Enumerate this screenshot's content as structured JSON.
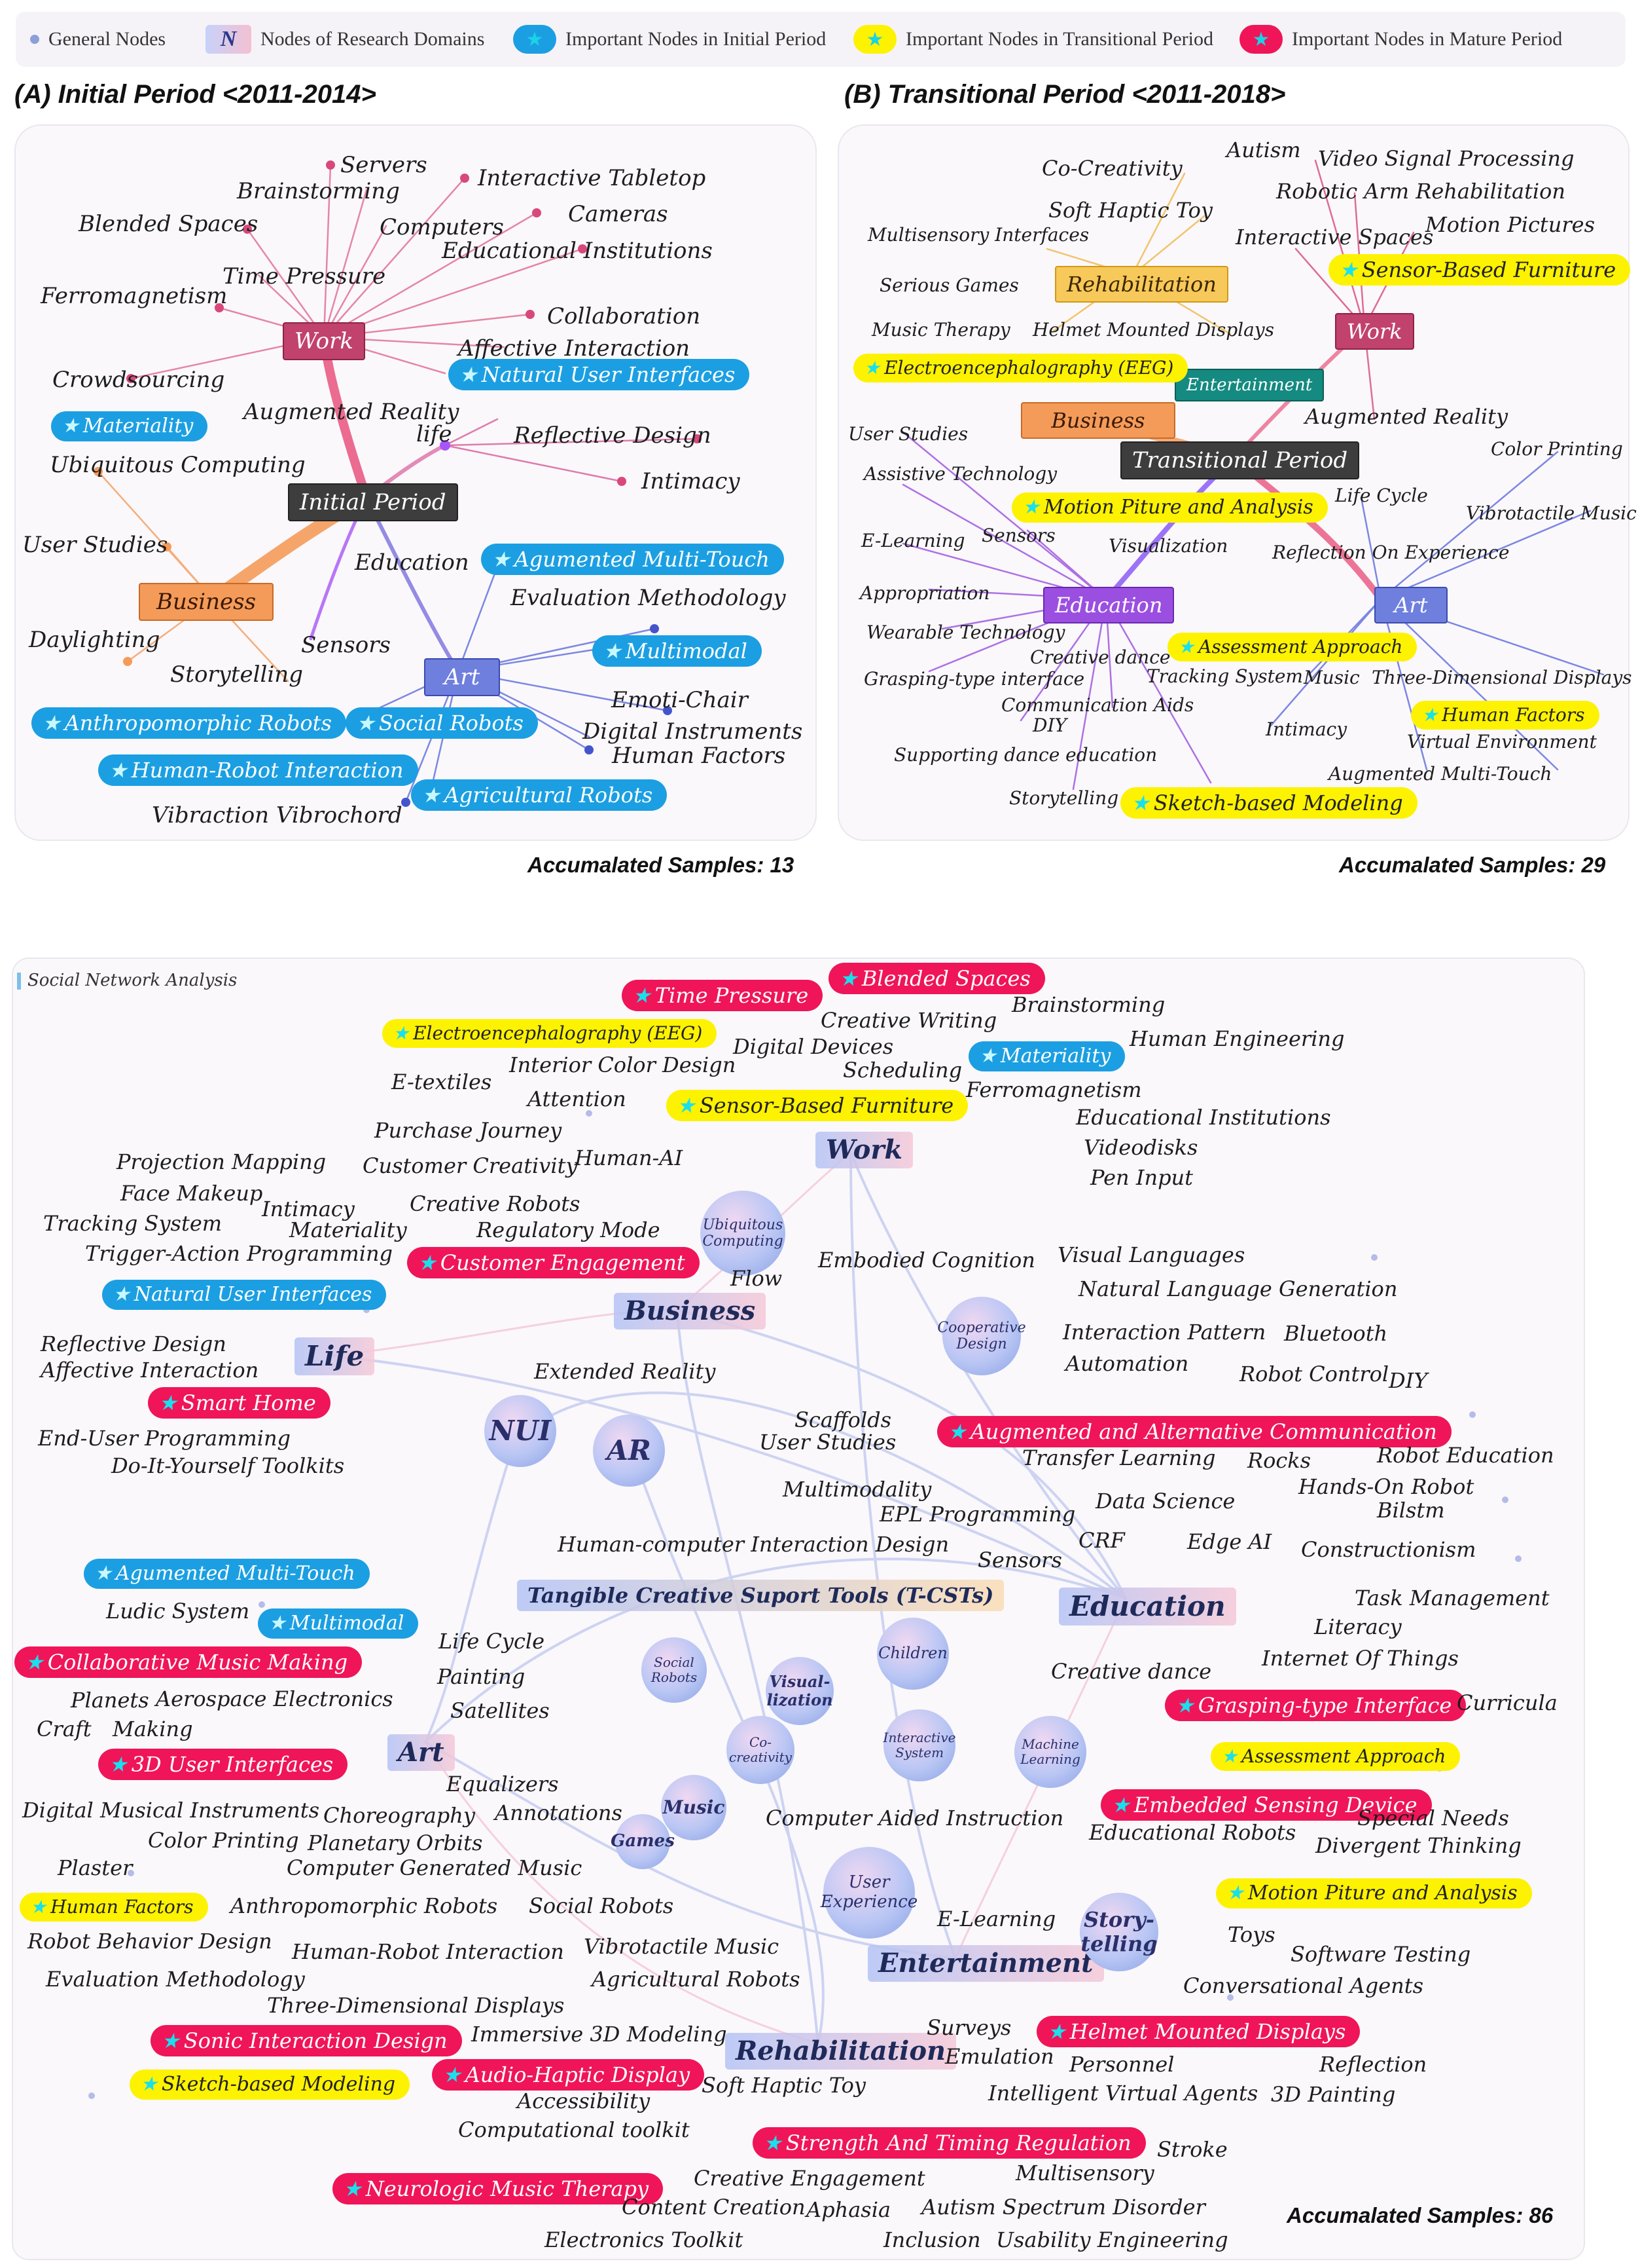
{
  "legend": {
    "general_nodes": "General Nodes",
    "research_domains_symbol": "N",
    "research_domains": "Nodes of Research Domains",
    "initial": "Important Nodes in Initial Period",
    "transitional": "Important Nodes in Transitional Period",
    "mature": "Important Nodes in Mature Period"
  },
  "colors": {
    "initial": "#1b9fe2",
    "transitional": "#fdf200",
    "mature": "#ef1558",
    "work": "#c1426c",
    "business": "#f59b5a",
    "art": "#6e7fde",
    "education": "#9b4fe0",
    "rehabilitation": "#f7c85a",
    "entertainment": "#148a80"
  },
  "panelA": {
    "title": "(A) Initial Period <2011-2014>",
    "samples": "Accumalated Samples: 13",
    "center": "Initial Period",
    "domains": {
      "work": "Work",
      "business": "Business",
      "art": "Art"
    },
    "labels": {
      "servers": "Servers",
      "brainstorming": "Brainstorming",
      "tabletop": "Interactive Tabletop",
      "blended": "Blended Spaces",
      "computers": "Computers",
      "cameras": "Cameras",
      "edu_inst": "Educational Institutions",
      "time_pressure": "Time Pressure",
      "ferro": "Ferromagnetism",
      "collab": "Collaboration",
      "affective": "Affective Interaction",
      "crowd": "Crowdsourcing",
      "ar": "Augmented Reality",
      "life": "life",
      "reflective": "Reflective Design",
      "ubicomp": "Ubiquitous Computing",
      "intimacy": "Intimacy",
      "user_studies": "User Studies",
      "education": "Education",
      "eval": "Evaluation Methodology",
      "daylighting": "Daylighting",
      "sensors": "Sensors",
      "storytelling": "Storytelling",
      "emoti": "Emoti-Chair",
      "dig_instr": "Digital Instruments",
      "human_factors": "Human Factors",
      "vibraction": "Vibraction Vibrochord"
    },
    "important": {
      "nui": "Natural User Interfaces",
      "materiality": "Materiality",
      "amt": "Agumented Multi-Touch",
      "multimodal": "Multimodal",
      "anthro": "Anthropomorphic Robots",
      "social": "Social Robots",
      "hri": "Human-Robot Interaction",
      "agri": "Agricultural Robots"
    }
  },
  "panelB": {
    "title": "(B) Transitional  Period <2011-2018>",
    "samples": "Accumalated Samples: 29",
    "center": "Transitional Period",
    "domains": {
      "rehab": "Rehabilitation",
      "work": "Work",
      "entertainment": "Entertainment",
      "business": "Business",
      "education": "Education",
      "art": "Art"
    },
    "labels": {
      "autism": "Autism",
      "cocreativity": "Co-Creativity",
      "vsp": "Video Signal Processing",
      "soft_haptic": "Soft Haptic Toy",
      "robotic_arm": "Robotic Arm Rehabilitation",
      "multisensory": "Multisensory Interfaces",
      "interactive_spaces": "Interactive Spaces",
      "motion_pictures": "Motion Pictures",
      "serious_games": "Serious Games",
      "music_therapy": "Music Therapy",
      "hmd": "Helmet Mounted Displays",
      "user_studies": "User Studies",
      "ar": "Augmented Reality",
      "assistive": "Assistive Technology",
      "color_printing": "Color Printing",
      "life_cycle": "Life Cycle",
      "vibrotactile": "Vibrotactile Music",
      "elearning": "E-Learning",
      "sensors": "Sensors",
      "visualization": "Visualization",
      "reflection": "Reflection On Experience",
      "appropriation": "Appropriation",
      "wearable": "Wearable Technology",
      "creative_dance": "Creative dance",
      "grasping": "Grasping-type interface",
      "tracking": "Tracking System",
      "music": "Music",
      "three_d": "Three-Dimensional Displays",
      "comm_aids": "Communication Aids",
      "diy": "DIY",
      "intimacy": "Intimacy",
      "virtual_env": "Virtual Environment",
      "supporting_dance": "Supporting dance education",
      "amt": "Augmented Multi-Touch",
      "storytelling": "Storytelling"
    },
    "important": {
      "sbf": "Sensor-Based Furniture",
      "eeg": "Electroencephalography (EEG)",
      "motion": "Motion Piture and Analysis",
      "assessment": "Assessment Approach",
      "human_factors": "Human Factors",
      "sketch": "Sketch-based Modeling"
    }
  },
  "panelC": {
    "title": "Social Network Analysis",
    "samples": "Accumalated Samples: 86",
    "domains": {
      "work": "Work",
      "business": "Business",
      "life": "Life",
      "education": "Education",
      "tcst": "Tangible Creative Suport Tools (T-CSTs)",
      "art": "Art",
      "entertainment": "Entertainment",
      "rehab": "Rehabilitation"
    },
    "bubbles": {
      "ubicomp": "Ubiquitous Computing",
      "coop": "Cooperative Design",
      "nui": "NUI",
      "ar": "AR",
      "social_robots": "Social Robots",
      "visualization": "Visual-lization",
      "children": "Children",
      "cocreativity": "Co-creativity",
      "interactive_system": "Interactive System",
      "ml": "Machine Learning",
      "music": "Music",
      "games": "Games",
      "ux": "User Experience",
      "storytelling": "Story-telling"
    },
    "labels": {
      "creative_writing": "Creative Writing",
      "brainstorming": "Brainstorming",
      "digital_devices": "Digital Devices",
      "human_eng": "Human Engineering",
      "etextiles": "E-textiles",
      "interior": "Interior Color Design",
      "scheduling": "Scheduling",
      "ferro": "Ferromagnetism",
      "attention": "Attention",
      "edu_inst": "Educational Institutions",
      "purchase": "Purchase Journey",
      "videodisks": "Videodisks",
      "projection": "Projection Mapping",
      "customer_creativity": "Customer Creativity",
      "human_ai": "Human-AI",
      "pen_input": "Pen Input",
      "face_makeup": "Face Makeup",
      "intimacy": "Intimacy",
      "creative_robots": "Creative Robots",
      "tracking": "Tracking System",
      "materiality": "Materiality",
      "regulatory": "Regulatory Mode",
      "trigger": "Trigger-Action Programming",
      "embodied": "Embodied Cognition",
      "visual_lang": "Visual Languages",
      "flow": "Flow",
      "nlg": "Natural Language Generation",
      "reflective": "Reflective Design",
      "interaction_pattern": "Interaction Pattern",
      "bluetooth": "Bluetooth",
      "affective": "Affective Interaction",
      "extended": "Extended Reality",
      "automation": "Automation",
      "robot_control": "Robot Control",
      "diy": "DIY",
      "eup": "End-User Programming",
      "scaffolds": "Scaffolds",
      "user_studies": "User Studies",
      "diyt": "Do-It-Yourself Toolkits",
      "transfer": "Transfer Learning",
      "rocks": "Rocks",
      "robot_edu": "Robot Education",
      "multimodality": "Multimodality",
      "data_science": "Data Science",
      "handson": "Hands-On Robot",
      "epl": "EPL Programming",
      "bilstm": "Bilstm",
      "hcid": "Human-computer Interaction Design",
      "crf": "CRF",
      "edge_ai": "Edge AI",
      "constructionism": "Constructionism",
      "sensors": "Sensors",
      "ludic": "Ludic System",
      "task_mgmt": "Task Management",
      "literacy": "Literacy",
      "life_cycle": "Life Cycle",
      "iot": "Internet Of Things",
      "painting": "Painting",
      "creative_dance": "Creative dance",
      "planets": "Planets",
      "aerospace": "Aerospace Electronics",
      "satellites": "Satellites",
      "curricula": "Curricula",
      "craft": "Craft",
      "making": "Making",
      "equalizers": "Equalizers",
      "dmi": "Digital Musical Instruments",
      "choreography": "Choreography",
      "annotations": "Annotations",
      "cai": "Computer Aided Instruction",
      "special_needs": "Special Needs",
      "color_printing": "Color Printing",
      "planetary": "Planetary Orbits",
      "edu_robots": "Educational Robots",
      "divergent": "Divergent Thinking",
      "plaster": "Plaster",
      "cgm": "Computer Generated Music",
      "anthro": "Anthropomorphic Robots",
      "social_robots": "Social Robots",
      "elearning": "E-Learning",
      "toys": "Toys",
      "rbd": "Robot Behavior Design",
      "hri": "Human-Robot Interaction",
      "vibrotactile": "Vibrotactile Music",
      "software_testing": "Software Testing",
      "eval": "Evaluation Methodology",
      "agri": "Agricultural Robots",
      "conv_agents": "Conversational Agents",
      "three_d": "Three-Dimensional Displays",
      "immersive": "Immersive 3D Modeling",
      "surveys": "Surveys",
      "emulation": "Emulation",
      "personnel": "Personnel",
      "reflection": "Reflection",
      "accessibility": "Accessibility",
      "soft_haptic": "Soft Haptic Toy",
      "iva": "Intelligent Virtual Agents",
      "painting3d": "3D Painting",
      "comp_toolkit": "Computational toolkit",
      "stroke": "Stroke",
      "creative_eng": "Creative Engagement",
      "multisensory": "Multisensory",
      "content_creation": "Content Creation",
      "aphasia": "Aphasia",
      "asd": "Autism Spectrum Disorder",
      "electronics": "Electronics Toolkit",
      "inclusion": "Inclusion",
      "usability": "Usability Engineering"
    },
    "important": {
      "blended": "Blended Spaces",
      "time_pressure": "Time Pressure",
      "eeg": "Electroencephalography (EEG)",
      "materiality": "Materiality",
      "sbf": "Sensor-Based Furniture",
      "customer_eng": "Customer Engagement",
      "nui": "Natural User Interfaces",
      "smart_home": "Smart Home",
      "aac": "Augmented and Alternative Communication",
      "amt": "Agumented Multi-Touch",
      "multimodal": "Multimodal",
      "cmm": "Collaborative Music Making",
      "grasping": "Grasping-type Interface",
      "ui3d": "3D User Interfaces",
      "assessment": "Assessment Approach",
      "esd": "Embedded Sensing Device",
      "motion": "Motion Piture and Analysis",
      "human_factors": "Human Factors",
      "helmet": "Helmet Mounted Displays",
      "sid": "Sonic Interaction Design",
      "audio_haptic": "Audio-Haptic Display",
      "sketch": "Sketch-based Modeling",
      "strength": "Strength And Timing Regulation",
      "nmt": "Neurologic Music Therapy"
    }
  }
}
